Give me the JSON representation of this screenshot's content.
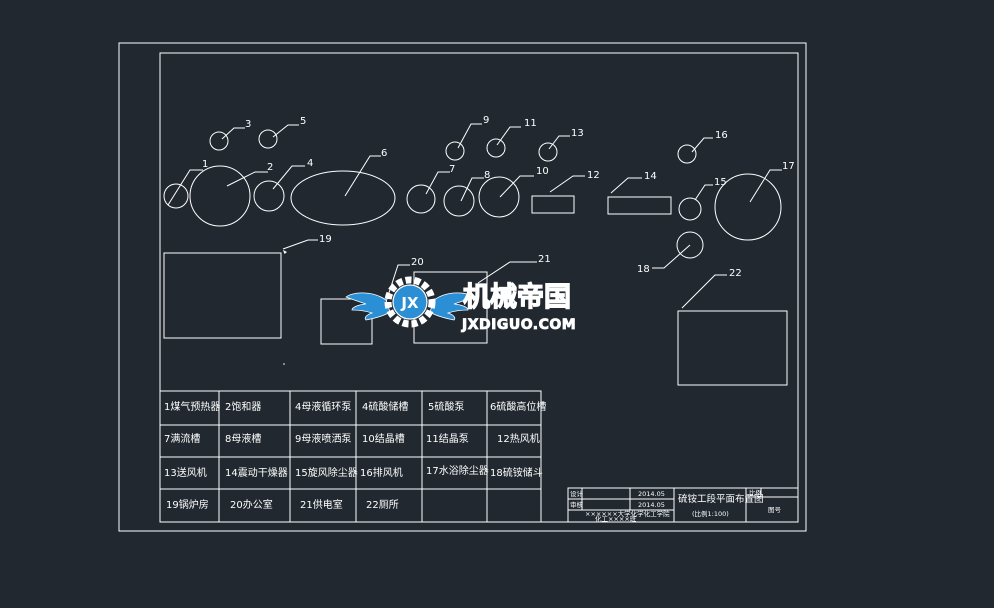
{
  "equipment": [
    {
      "num": "1"
    },
    {
      "num": "2"
    },
    {
      "num": "3"
    },
    {
      "num": "4"
    },
    {
      "num": "5"
    },
    {
      "num": "6"
    },
    {
      "num": "7"
    },
    {
      "num": "8"
    },
    {
      "num": "9"
    },
    {
      "num": "10"
    },
    {
      "num": "11"
    },
    {
      "num": "12"
    },
    {
      "num": "13"
    },
    {
      "num": "14"
    },
    {
      "num": "15"
    },
    {
      "num": "16"
    },
    {
      "num": "17"
    },
    {
      "num": "18"
    },
    {
      "num": "19"
    },
    {
      "num": "20"
    },
    {
      "num": "21"
    },
    {
      "num": "22"
    }
  ],
  "legend": [
    "1煤气预热器",
    "2饱和器",
    "4母液循环泵",
    "4硫酸储槽",
    "5硫酸泵",
    "6硫酸高位槽",
    "7满流槽",
    "8母液槽",
    "9母液喷洒泵",
    "10结晶槽",
    "11结晶泵",
    "12热风机",
    "13送风机",
    "14震动干燥器",
    "15旋风除尘器",
    "16排风机",
    "17水浴除尘器",
    "18硫铵储斗",
    "19锅炉房",
    "20办公室",
    "21供电室",
    "22厕所"
  ],
  "title_block": {
    "design": "设计",
    "review": "审核",
    "date1": "2014.05",
    "date2": "2014.05",
    "drawing_title": "硫铵工段平面布置图",
    "drawing_note": "(比例1:100)",
    "school": "××××××大学化学化工学院",
    "class": "化工××××班",
    "scale_label": "比例",
    "sheet_label": "图号"
  },
  "watermark": {
    "badge": "JX",
    "name": "机械帝国",
    "domain": "JXDIGUO.COM"
  },
  "colors": {
    "background": "#212830",
    "lines": "#ffffff",
    "watermark": "#2b8fd6"
  }
}
